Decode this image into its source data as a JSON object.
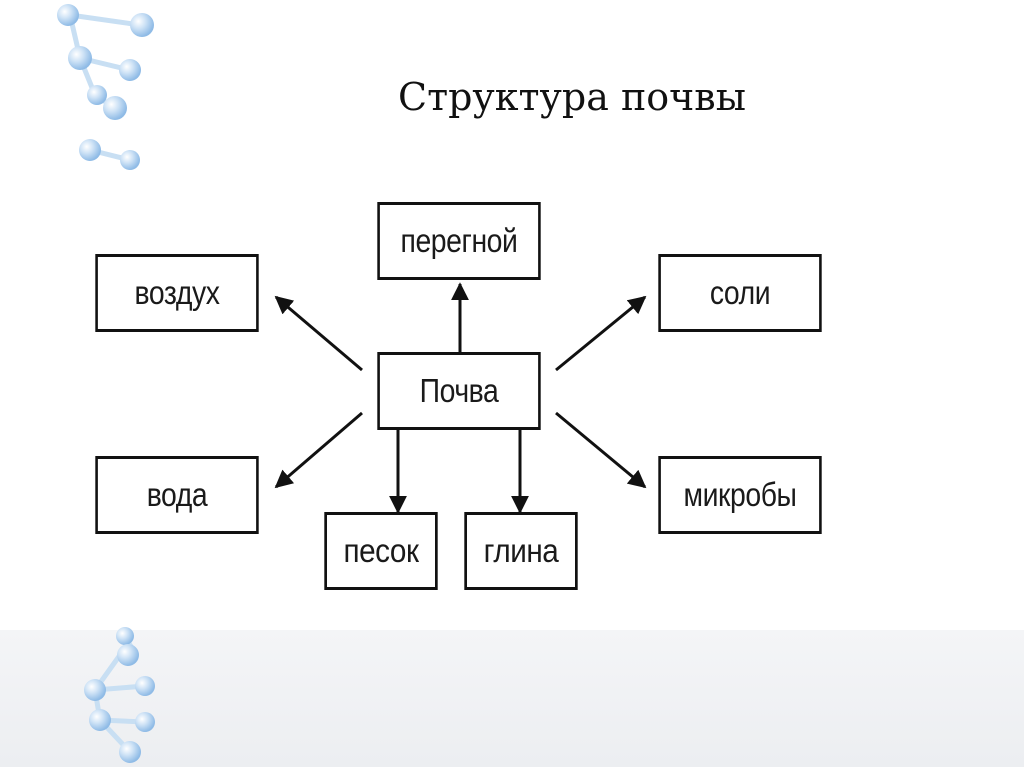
{
  "slide": {
    "title": "Структура почвы"
  },
  "diagram": {
    "center": "Почва",
    "nodes": {
      "humus": "перегной",
      "air": "воздух",
      "salts": "соли",
      "water": "вода",
      "microbes": "микробы",
      "sand": "песок",
      "clay": "глина"
    }
  },
  "colors": {
    "line": "#111111",
    "molecule": "#a9cdee",
    "background_fade": "#eceef1"
  },
  "decor": {
    "top_left": "dna-molecule-icon",
    "bottom_left": "dna-molecule-icon"
  }
}
